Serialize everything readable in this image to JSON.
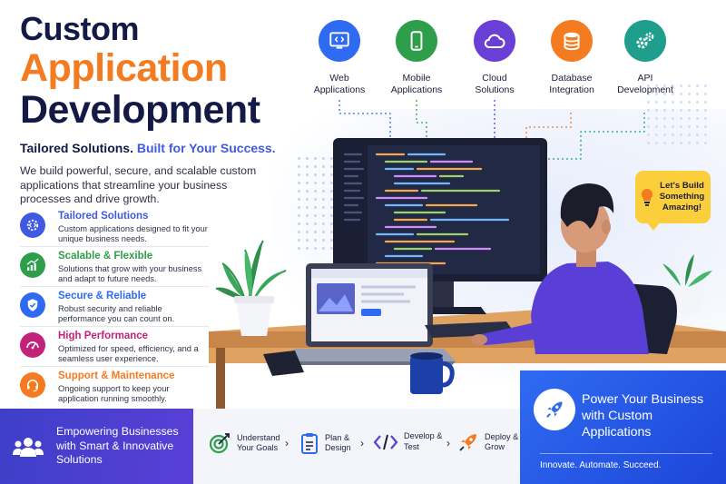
{
  "title": {
    "line1": "Custom",
    "line2": "Application",
    "line3": "Development"
  },
  "tagline": {
    "part1": "Tailored Solutions.",
    "part2": "Built for Your Success."
  },
  "intro": "We build powerful, secure, and scalable custom applications that streamline your business processes and drive growth.",
  "features": [
    {
      "title": "Tailored Solutions",
      "desc": "Custom applications designed to fit your unique business needs.",
      "color": "#3f5ae0",
      "icon": "gear-code-icon"
    },
    {
      "title": "Scalable & Flexible",
      "desc": "Solutions that grow with your business and adapt to future needs.",
      "color": "#2e9e4b",
      "icon": "growth-chart-icon"
    },
    {
      "title": "Secure & Reliable",
      "desc": "Robust security and reliable performance you can count on.",
      "color": "#2f6bf2",
      "icon": "shield-check-icon"
    },
    {
      "title": "High Performance",
      "desc": "Optimized for speed, efficiency, and a seamless user experience.",
      "color": "#c2227a",
      "icon": "speedometer-icon"
    },
    {
      "title": "Support & Maintenance",
      "desc": "Ongoing support to keep your application running smoothly.",
      "color": "#f47b20",
      "icon": "headset-icon"
    }
  ],
  "services": [
    {
      "label1": "Web",
      "label2": "Applications",
      "color": "#2f6bf2",
      "icon": "web-code-icon"
    },
    {
      "label1": "Mobile",
      "label2": "Applications",
      "color": "#2e9e4b",
      "icon": "mobile-phone-icon"
    },
    {
      "label1": "Cloud",
      "label2": "Solutions",
      "color": "#6a3fd6",
      "icon": "cloud-icon"
    },
    {
      "label1": "Database",
      "label2": "Integration",
      "color": "#f47b20",
      "icon": "database-icon"
    },
    {
      "label1": "API",
      "label2": "Development",
      "color": "#1f9e8e",
      "icon": "gears-icon"
    }
  ],
  "bubble": {
    "line1": "Let's Build",
    "line2": "Something",
    "line3": "Amazing!",
    "icon": "lightbulb-icon"
  },
  "empower": {
    "line1": "Empowering Businesses",
    "line2": "with Smart & Innovative",
    "line3": "Solutions",
    "icon": "users-group-icon"
  },
  "steps": [
    {
      "label1": "Understand",
      "label2": "Your Goals",
      "icon": "target-icon"
    },
    {
      "label1": "Plan &",
      "label2": "Design",
      "icon": "clipboard-icon"
    },
    {
      "label1": "Develop &",
      "label2": "Test",
      "icon": "code-brackets-icon"
    },
    {
      "label1": "Deploy &",
      "label2": "Grow",
      "icon": "rocket-icon"
    }
  ],
  "power": {
    "line1": "Power Your Business",
    "line2": "with Custom",
    "line3": "Applications",
    "sub": "Innovate. Automate. Succeed.",
    "icon": "rocket-icon"
  },
  "colors": {
    "navy": "#141a46",
    "orange": "#f47b20",
    "blue": "#2f6bf2",
    "purple": "#5a3fd6",
    "yellow": "#fbcf3c"
  }
}
